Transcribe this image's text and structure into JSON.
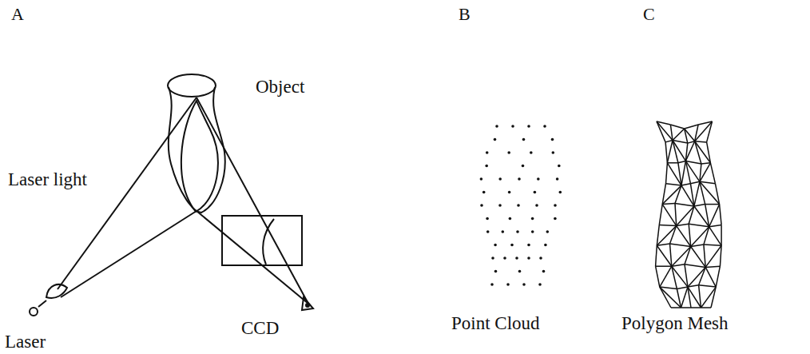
{
  "diagram": {
    "labels": [
      "A",
      "B",
      "C",
      "Object",
      "Laser light",
      "Laser",
      "CCD",
      "Point Cloud",
      "Polygon Mesh"
    ]
  }
}
